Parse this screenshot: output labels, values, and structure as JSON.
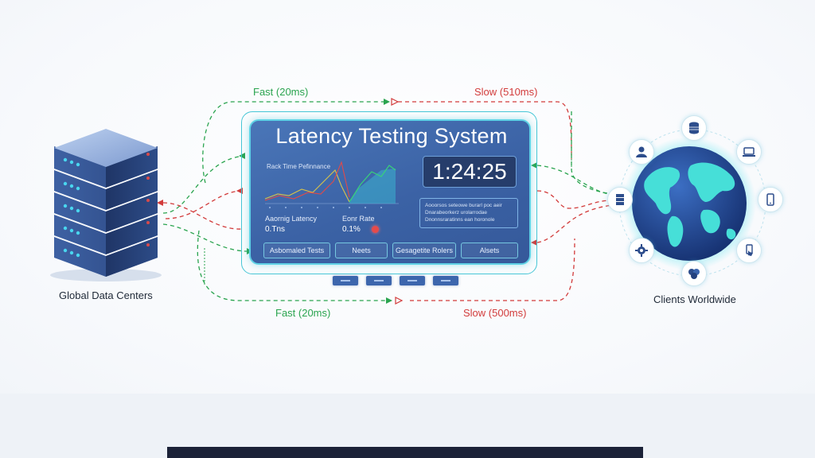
{
  "labels": {
    "top_fast": "Fast (20ms)",
    "top_slow": "Slow (510ms)",
    "bottom_fast": "Fast (20ms)",
    "bottom_slow": "Slow (500ms)",
    "left_caption": "Global Data Centers",
    "right_caption": "Clients Worldwide"
  },
  "dashboard": {
    "title": "Latency Testing System",
    "chart_title": "Rack Time Pefinnance",
    "clock": "1:24:25",
    "info_lines": [
      "Aooorsos seteowe burarl poc aeir",
      "Dnarabeorkerz urolarrodae",
      "Dnonnsraratinns ean horonole"
    ],
    "metric1_label": "Aaornig Latency",
    "metric1_value": "0.Tns",
    "metric2_label": "Eonr Rate",
    "metric2_value": "0.1%",
    "buttons": [
      "Asbomaled Tests",
      "Neets",
      "Gesagetite Rolers",
      "Alsets"
    ]
  },
  "colors": {
    "fast": "#2aa44f",
    "slow": "#d23b3b",
    "panel": "#3b62a5",
    "accent": "#47c6d6",
    "globe_ocean": "#1f3f86",
    "globe_land": "#3fd9d4"
  },
  "globe_icons": [
    "database-icon",
    "user-icon",
    "laptop-icon",
    "server-icon",
    "phone-icon",
    "gear-icon",
    "hand-tap-icon",
    "group-icon"
  ]
}
